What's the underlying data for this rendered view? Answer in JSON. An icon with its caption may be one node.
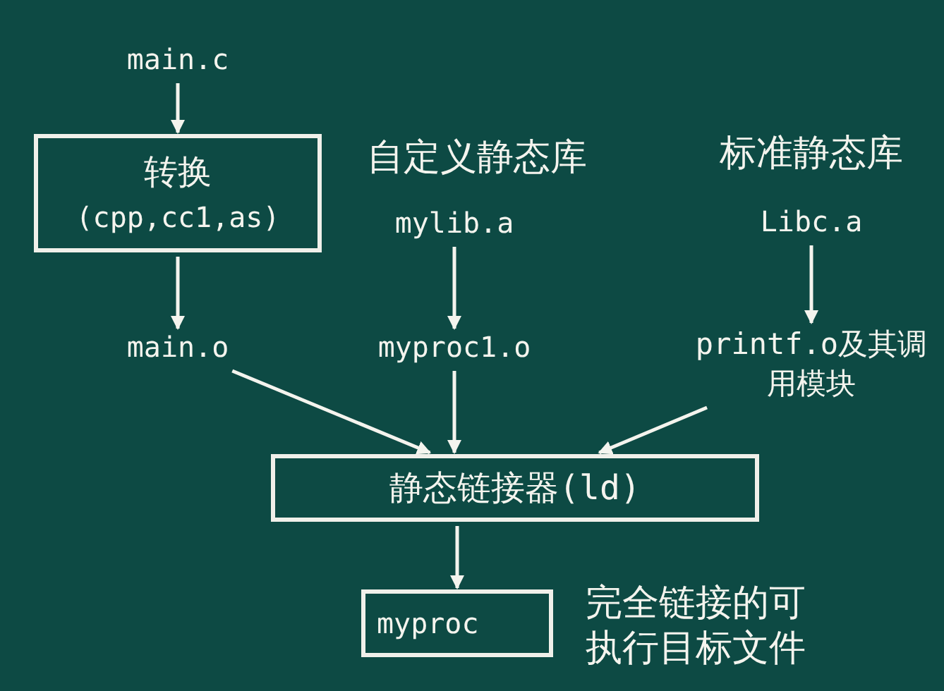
{
  "diagram": {
    "nodes": [
      {
        "text": [
          "main.c"
        ]
      },
      {
        "text": [
          "转换",
          "(cpp,cc1,as)"
        ]
      },
      {
        "text": [
          "mylib.a"
        ],
        "beside": [
          "自定义静态库"
        ]
      },
      {
        "text": [
          "Libc.a"
        ],
        "beside": [
          "标准静态库"
        ]
      },
      {
        "text": [
          "main.o"
        ]
      },
      {
        "text": [
          "myproc1.o"
        ]
      },
      {
        "text": [
          "printf.o及其调用模块"
        ]
      },
      {
        "text": [
          "静态链接器(ld)"
        ]
      },
      {
        "text": [
          "myproc"
        ],
        "beside": [
          "完全链接的可执行目标文件"
        ]
      }
    ],
    "edges": [
      {
        "from": 0,
        "to": 1,
        "arrow": "to"
      },
      {
        "from": 1,
        "to": 4,
        "arrow": "to"
      },
      {
        "from": 2,
        "to": 5,
        "arrow": "to"
      },
      {
        "from": 3,
        "to": 6,
        "arrow": "to"
      },
      {
        "from": 4,
        "to": 7,
        "arrow": "to"
      },
      {
        "from": 5,
        "to": 7,
        "arrow": "to"
      },
      {
        "from": 6,
        "to": 7,
        "arrow": "to"
      },
      {
        "from": 7,
        "to": 8,
        "arrow": "to"
      }
    ]
  }
}
